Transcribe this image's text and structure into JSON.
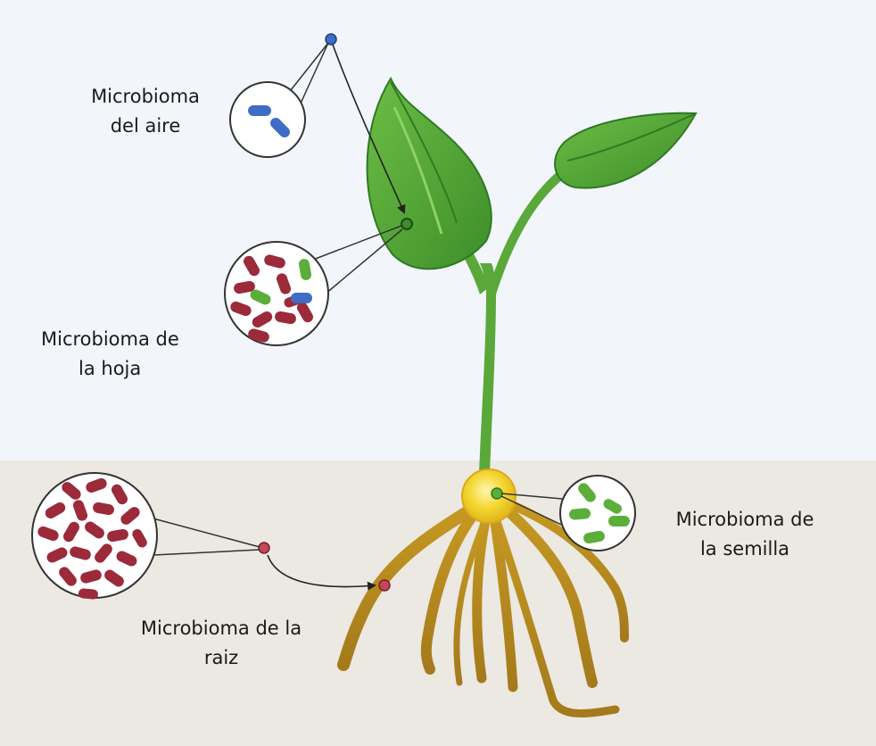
{
  "labels": {
    "air": {
      "line1": "Microbioma",
      "line2": "del aire"
    },
    "leaf": {
      "line1": "Microbioma de",
      "line2": "la hoja"
    },
    "seed": {
      "line1": "Microbioma de",
      "line2": "la semilla"
    },
    "root": {
      "line1": "Microbioma de la",
      "line2": "raiz"
    }
  },
  "colors": {
    "sky": "#f2f6fb",
    "soil": "#ece8e2",
    "stem": "#5aa83a",
    "leaf": "#5aa83a",
    "leaf_dark": "#2f7a23",
    "root": "#b8891f",
    "seed": "#f2d12a",
    "microbe_red": "#9b2a3a",
    "microbe_green": "#5cae3a",
    "microbe_blue": "#3f6cc4"
  }
}
